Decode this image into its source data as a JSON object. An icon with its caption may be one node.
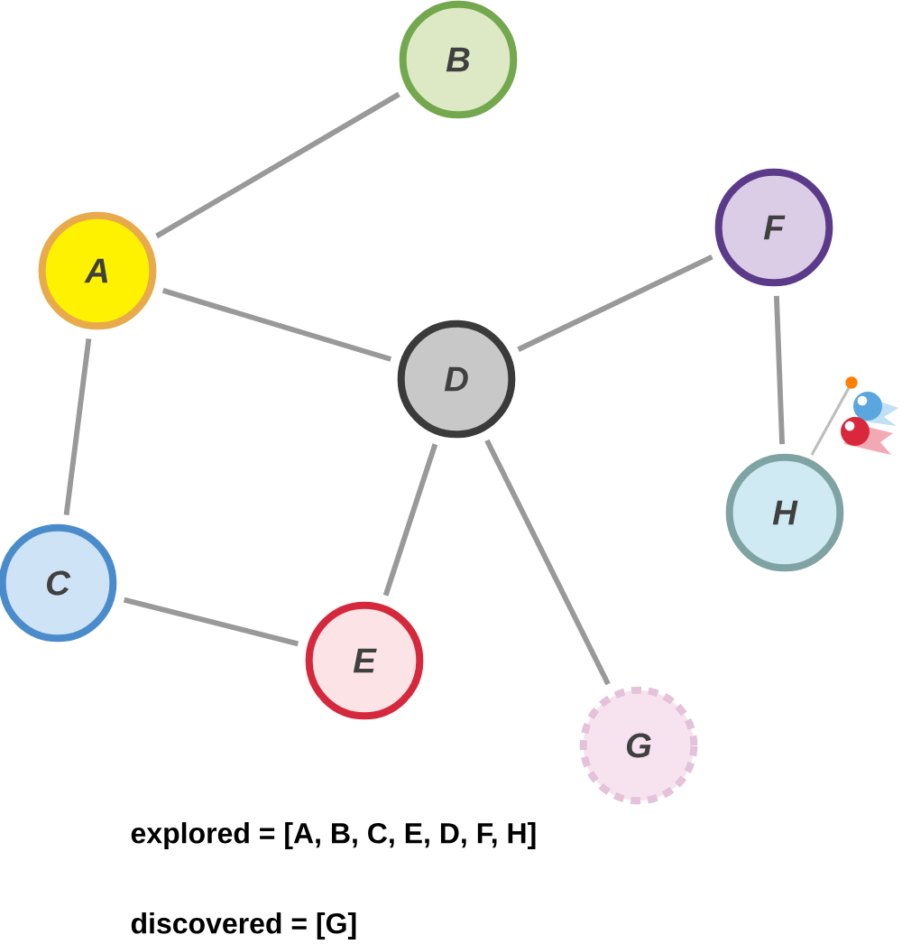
{
  "diagram": {
    "nodes": [
      {
        "text": [
          "A"
        ]
      },
      {
        "text": [
          "B"
        ]
      },
      {
        "text": [
          "C"
        ]
      },
      {
        "text": [
          "D"
        ]
      },
      {
        "text": [
          "E"
        ]
      },
      {
        "text": [
          "F"
        ]
      },
      {
        "text": [
          "G"
        ]
      },
      {
        "text": [
          "H"
        ]
      }
    ],
    "edges": [
      {
        "from": 0,
        "to": 1,
        "arrow": "none"
      },
      {
        "from": 0,
        "to": 3,
        "arrow": "none"
      },
      {
        "from": 0,
        "to": 2,
        "arrow": "none"
      },
      {
        "from": 2,
        "to": 4,
        "arrow": "none"
      },
      {
        "from": 3,
        "to": 4,
        "arrow": "none"
      },
      {
        "from": 3,
        "to": 5,
        "arrow": "none"
      },
      {
        "from": 3,
        "to": 6,
        "arrow": "none"
      },
      {
        "from": 5,
        "to": 7,
        "arrow": "none"
      }
    ],
    "labels": [
      "explored = [A, B, C, E, D, F, H]",
      "discovered = [G]"
    ]
  }
}
